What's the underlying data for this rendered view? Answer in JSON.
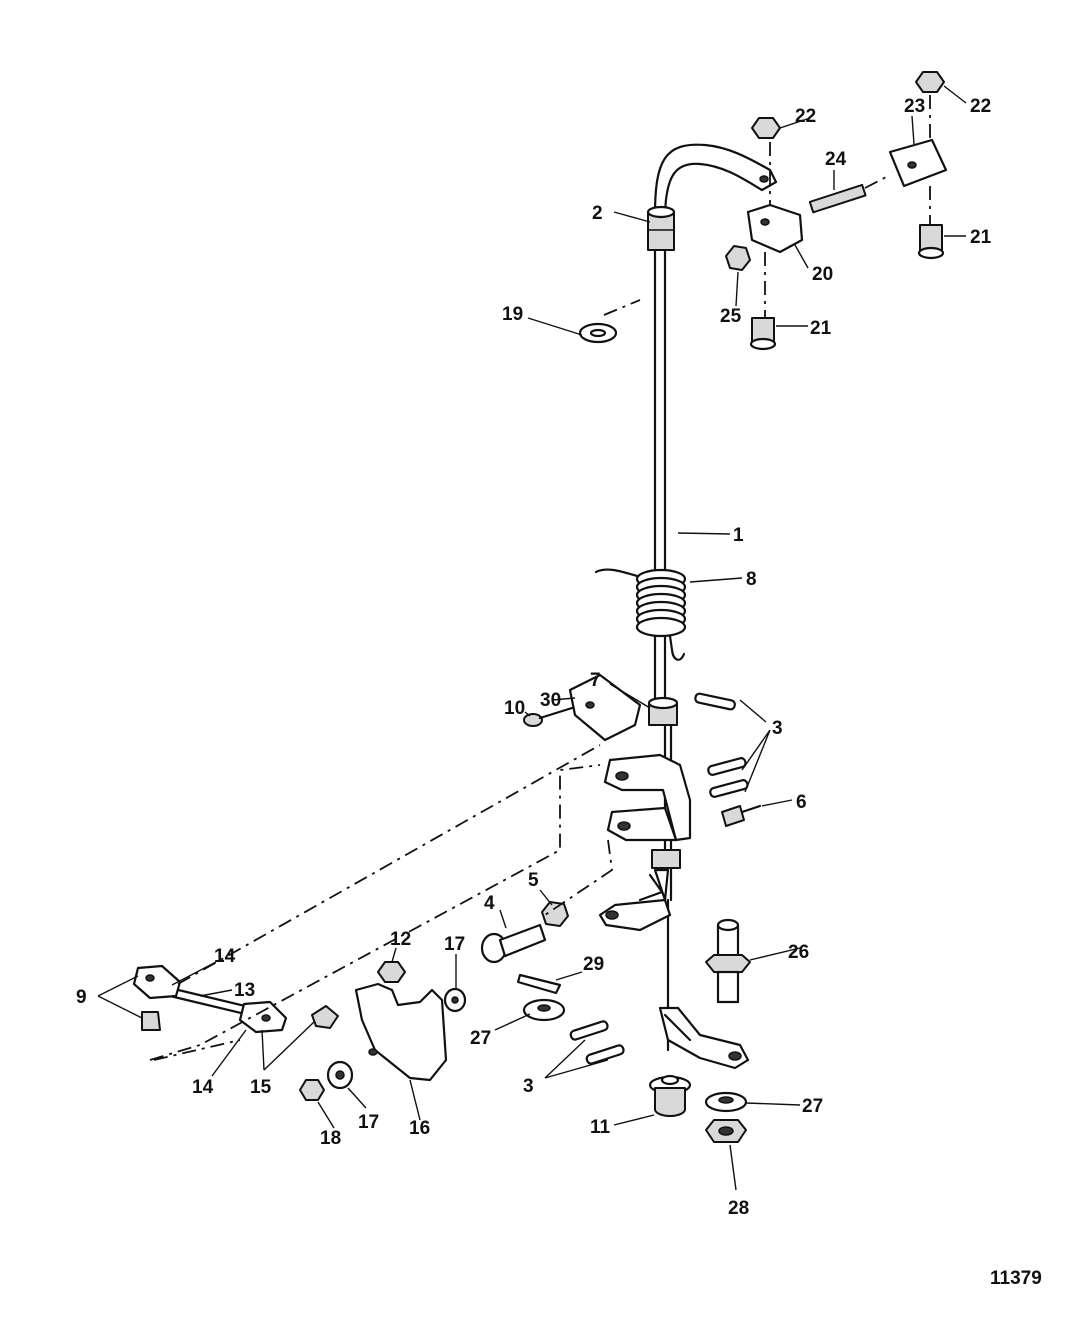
{
  "callouts": [
    {
      "id": "c1",
      "label": "1"
    },
    {
      "id": "c2",
      "label": "2"
    },
    {
      "id": "c3a",
      "label": "3"
    },
    {
      "id": "c3b",
      "label": "3"
    },
    {
      "id": "c4",
      "label": "4"
    },
    {
      "id": "c5",
      "label": "5"
    },
    {
      "id": "c6",
      "label": "6"
    },
    {
      "id": "c7",
      "label": "7"
    },
    {
      "id": "c8",
      "label": "8"
    },
    {
      "id": "c9",
      "label": "9"
    },
    {
      "id": "c10",
      "label": "10"
    },
    {
      "id": "c11",
      "label": "11"
    },
    {
      "id": "c12",
      "label": "12"
    },
    {
      "id": "c13",
      "label": "13"
    },
    {
      "id": "c14a",
      "label": "14"
    },
    {
      "id": "c14b",
      "label": "14"
    },
    {
      "id": "c15",
      "label": "15"
    },
    {
      "id": "c16",
      "label": "16"
    },
    {
      "id": "c17a",
      "label": "17"
    },
    {
      "id": "c17b",
      "label": "17"
    },
    {
      "id": "c18",
      "label": "18"
    },
    {
      "id": "c19",
      "label": "19"
    },
    {
      "id": "c20",
      "label": "20"
    },
    {
      "id": "c21a",
      "label": "21"
    },
    {
      "id": "c21b",
      "label": "21"
    },
    {
      "id": "c22a",
      "label": "22"
    },
    {
      "id": "c22b",
      "label": "22"
    },
    {
      "id": "c23",
      "label": "23"
    },
    {
      "id": "c24",
      "label": "24"
    },
    {
      "id": "c25",
      "label": "25"
    },
    {
      "id": "c26",
      "label": "26"
    },
    {
      "id": "c27a",
      "label": "27"
    },
    {
      "id": "c27b",
      "label": "27"
    },
    {
      "id": "c28",
      "label": "28"
    },
    {
      "id": "c29",
      "label": "29"
    },
    {
      "id": "c30",
      "label": "30"
    }
  ],
  "figure_id": "11379",
  "colors": {
    "ink": "#111111",
    "background": "#ffffff",
    "shade": "#d9d9d9"
  }
}
